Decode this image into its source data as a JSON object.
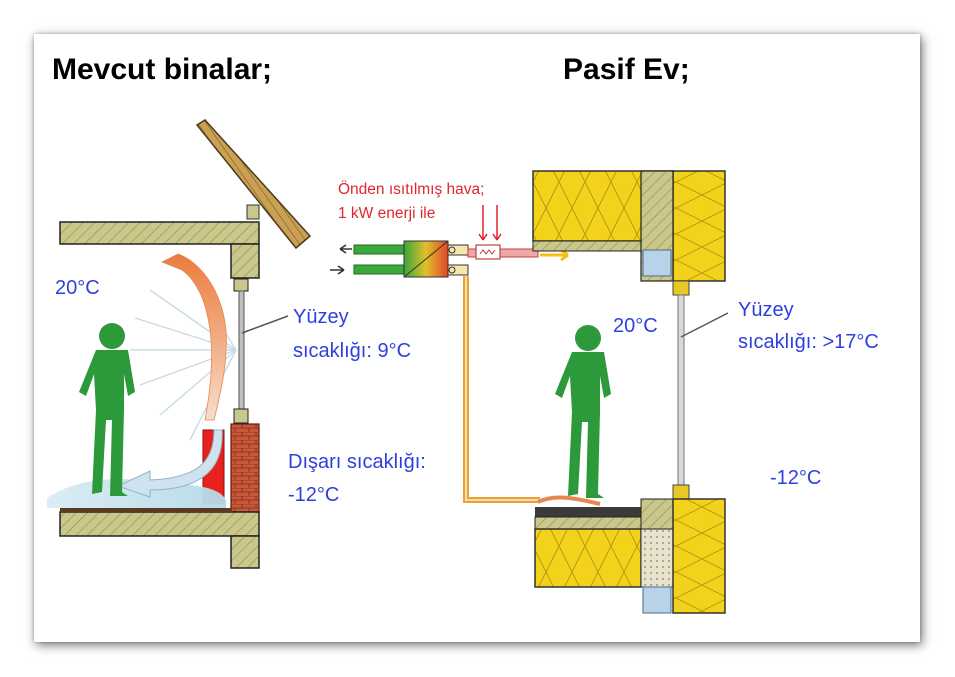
{
  "left_panel": {
    "title": "Mevcut binalar;",
    "indoor_temp": "20°C",
    "surface_line1": "Yüzey",
    "surface_line2": "sıcaklığı: 9°C",
    "outdoor_line1": "Dışarı sıcaklığı:",
    "outdoor_line2": "-12°C"
  },
  "center": {
    "preheat_line1": "Önden ısıtılmış hava;",
    "preheat_line2": "1 kW enerji ile"
  },
  "right_panel": {
    "title": "Pasif Ev;",
    "indoor_temp": "20°C",
    "surface_line1": "Yüzey",
    "surface_line2": "sıcaklığı: >17°C",
    "outdoor_temp": "-12°C"
  },
  "colors": {
    "label_blue": "#2e3fe0",
    "label_red": "#e0262d",
    "person_green": "#2c9a3a",
    "insulation_yellow": "#f2d21a",
    "wall_olive": "#c9c78a",
    "brick": "#c9583a",
    "radiator_red": "#e8211c",
    "duct_orange": "#e8a23c"
  },
  "icons": [
    "person-silhouette",
    "warm-air-arrow",
    "cold-air-arrow",
    "heat-rays",
    "heat-exchanger"
  ]
}
